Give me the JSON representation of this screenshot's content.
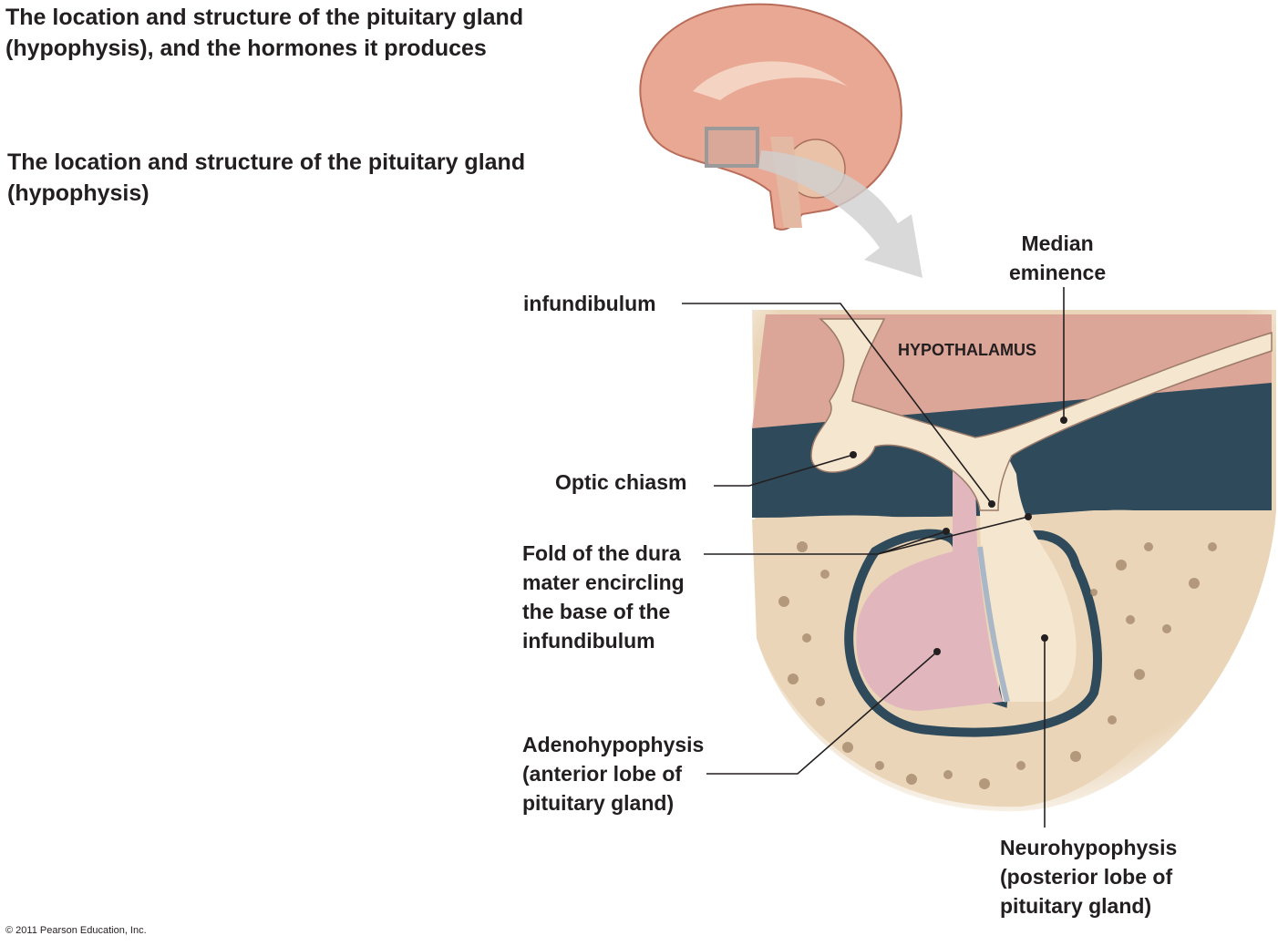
{
  "title": "The location and structure of the pituitary gland (hypophysis), and the hormones it produces",
  "subtitle": "The location and structure of the pituitary gland (hypophysis)",
  "labels": {
    "infundibulum": "infundibulum",
    "median_eminence": "Median\neminence",
    "hypothalamus": "HYPOTHALAMUS",
    "optic_chiasm": "Optic chiasm",
    "fold": "Fold of the dura\nmater encircling\nthe base of the\ninfundibulum",
    "adenohypophysis": "Adenohypophysis\n(anterior lobe of\npituitary gland)",
    "neurohypophysis": "Neurohypophysis\n(posterior lobe of\npituitary gland)"
  },
  "copyright": "© 2011 Pearson Education, Inc.",
  "colors": {
    "hypothalamus": "#d9a093",
    "bone": "#ead5b8",
    "dark": "#2f4a5a",
    "adeno": "#e2b6bd",
    "neuro": "#f5e6cf"
  }
}
